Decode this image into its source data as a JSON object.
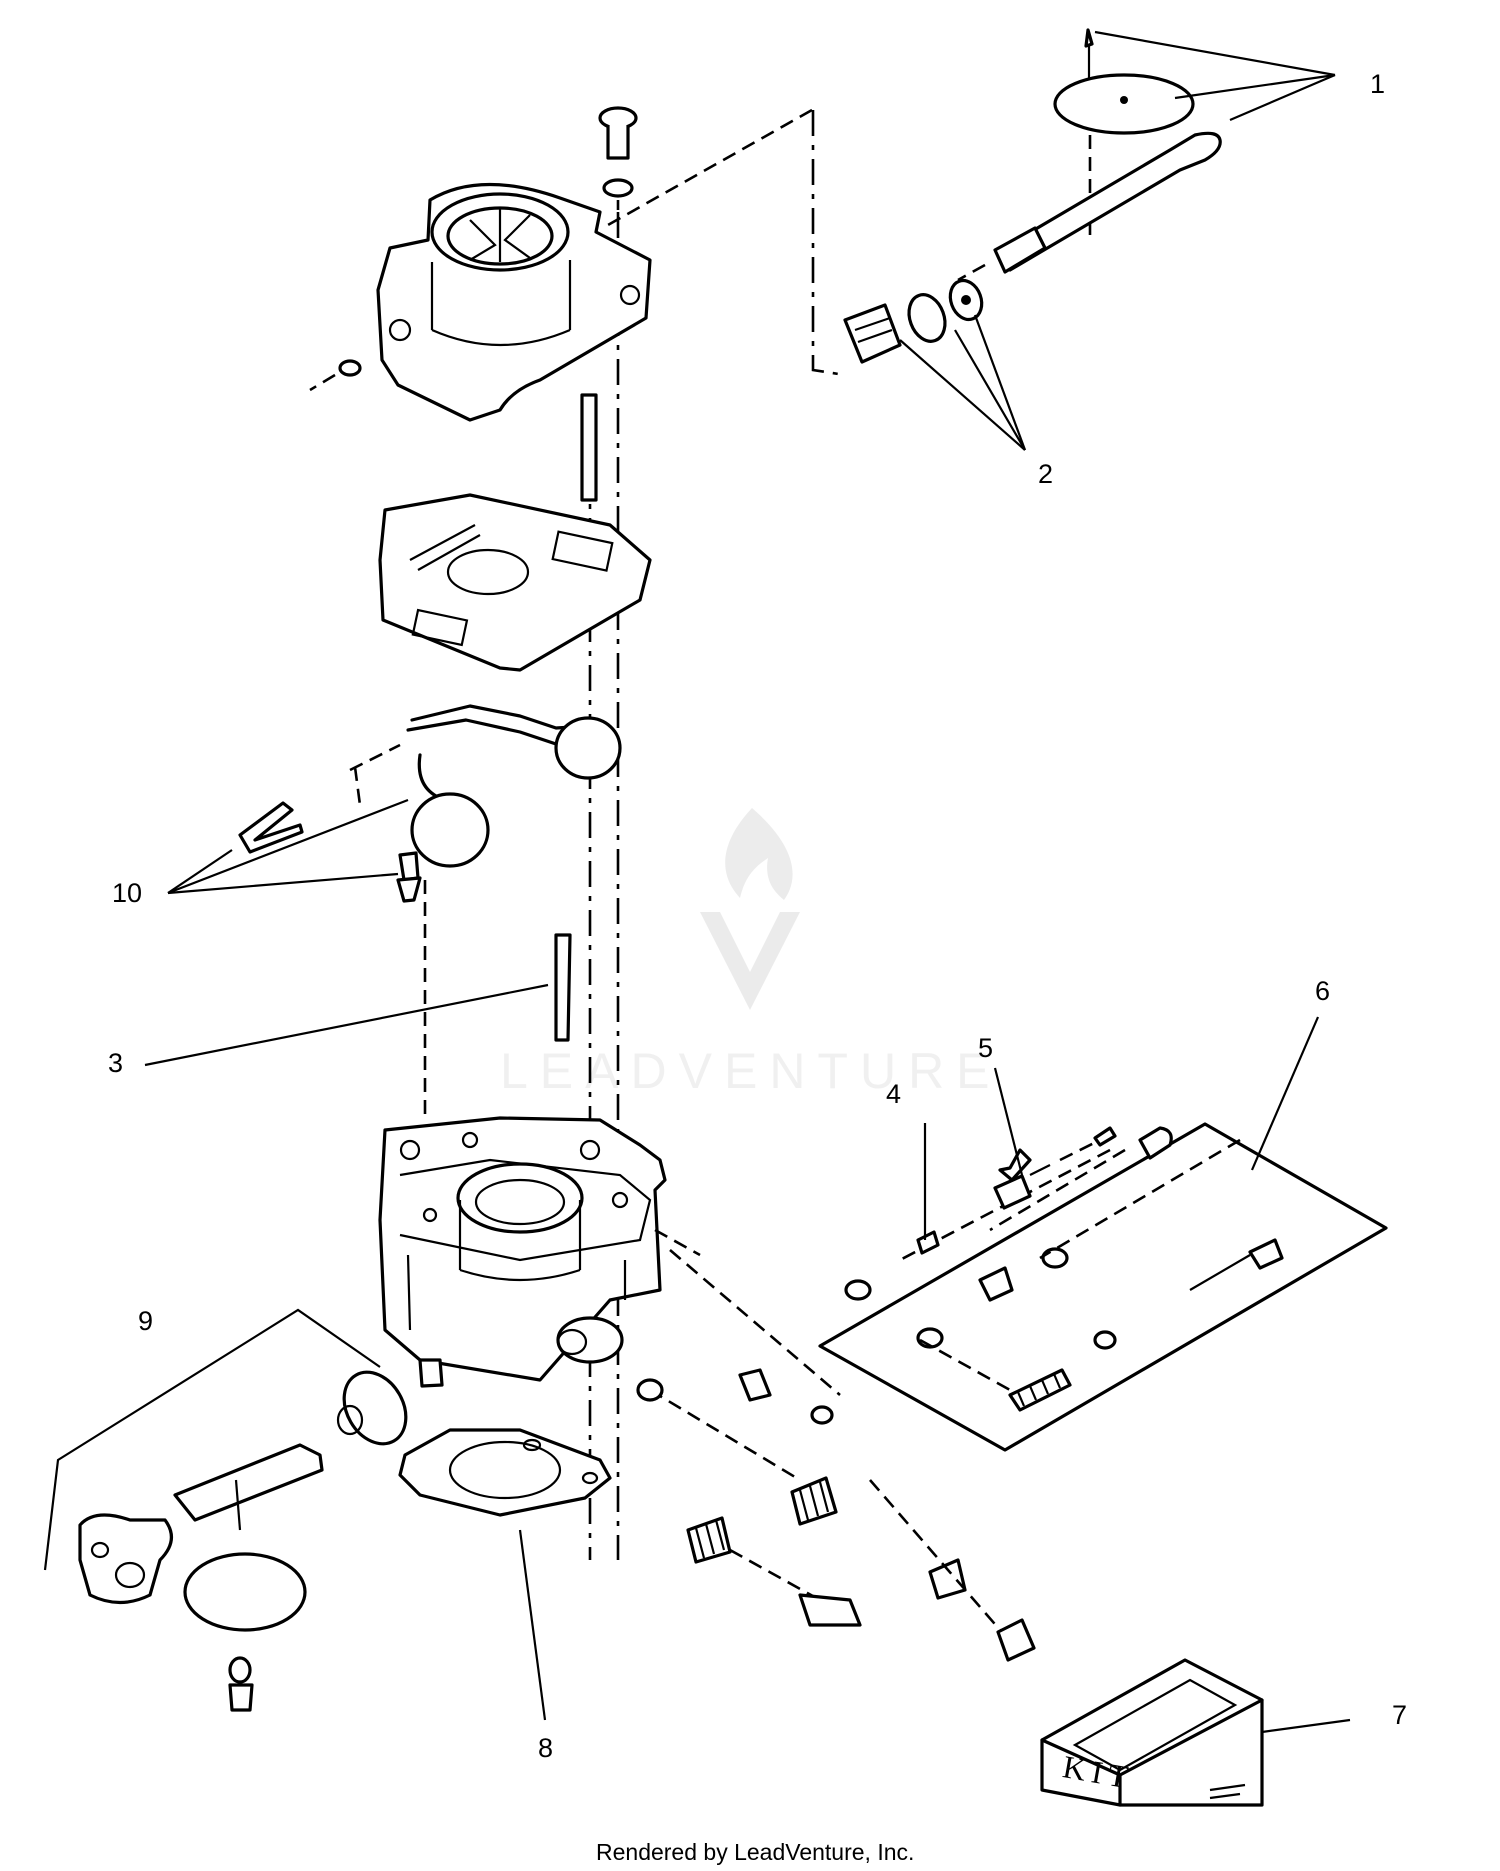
{
  "callouts": [
    {
      "id": "1",
      "label": "1"
    },
    {
      "id": "2",
      "label": "2"
    },
    {
      "id": "3",
      "label": "3"
    },
    {
      "id": "4",
      "label": "4"
    },
    {
      "id": "5",
      "label": "5"
    },
    {
      "id": "6",
      "label": "6"
    },
    {
      "id": "7",
      "label": "7"
    },
    {
      "id": "8",
      "label": "8"
    },
    {
      "id": "9",
      "label": "9"
    },
    {
      "id": "10",
      "label": "10"
    }
  ],
  "kit_label": "KIT",
  "watermark": "LEADVENTURE",
  "footer": "Rendered by LeadVenture, Inc."
}
